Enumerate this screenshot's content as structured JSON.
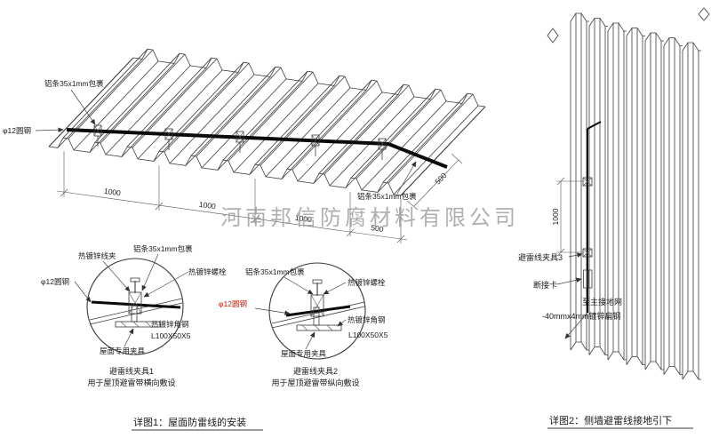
{
  "watermark": {
    "text": "河南邦信防腐材料有限公司"
  },
  "roof": {
    "label_alu_top": "铝条35x1mm包裹",
    "label_alu_right": "铝条35x1mm包裹",
    "label_round_steel": "φ12圆钢",
    "dims": {
      "d1": "1000",
      "d2": "1000",
      "d3": "1000",
      "d4": "500",
      "d_right": "500"
    }
  },
  "detail1": {
    "label_wire_clip": "热镀锌线夹",
    "label_alu": "铝条35x1mm包裹",
    "label_bolt": "热镀锌螺栓",
    "label_round_steel": "φ12圆钢",
    "label_angle": "热镀锌角钢",
    "label_angle_spec": "L100X50X5",
    "label_roof_clamp": "屋面专用夹具",
    "title": "避雷线夹具1",
    "subtitle": "用于屋顶避雷带横向敷设"
  },
  "detail2": {
    "label_alu": "铝条35x1mm包裹",
    "label_bolt": "热镀锌螺栓",
    "label_round_steel": "φ12圆钢",
    "label_angle": "热镀锌角钢",
    "label_angle_spec": "L100X50X5",
    "label_roof_clamp": "屋面专用夹具",
    "title": "避雷线夹具2",
    "subtitle": "用于屋顶避雷带纵向敷设"
  },
  "wall": {
    "label_clamp3": "避雷线夹具3",
    "label_disconnect": "断接卡",
    "label_to_ground": "至主接地网",
    "label_flat_steel": "-40mmx4mm镀锌扁钢",
    "dim": "1000"
  },
  "captions": {
    "fig1": "详图1：屋面防雷线的安装",
    "fig2": "详图2：侧墙避雷线接地引下"
  },
  "colors": {
    "line": "#3b3b3b",
    "red": "#c21807",
    "watermark": "#9c9c9c"
  }
}
